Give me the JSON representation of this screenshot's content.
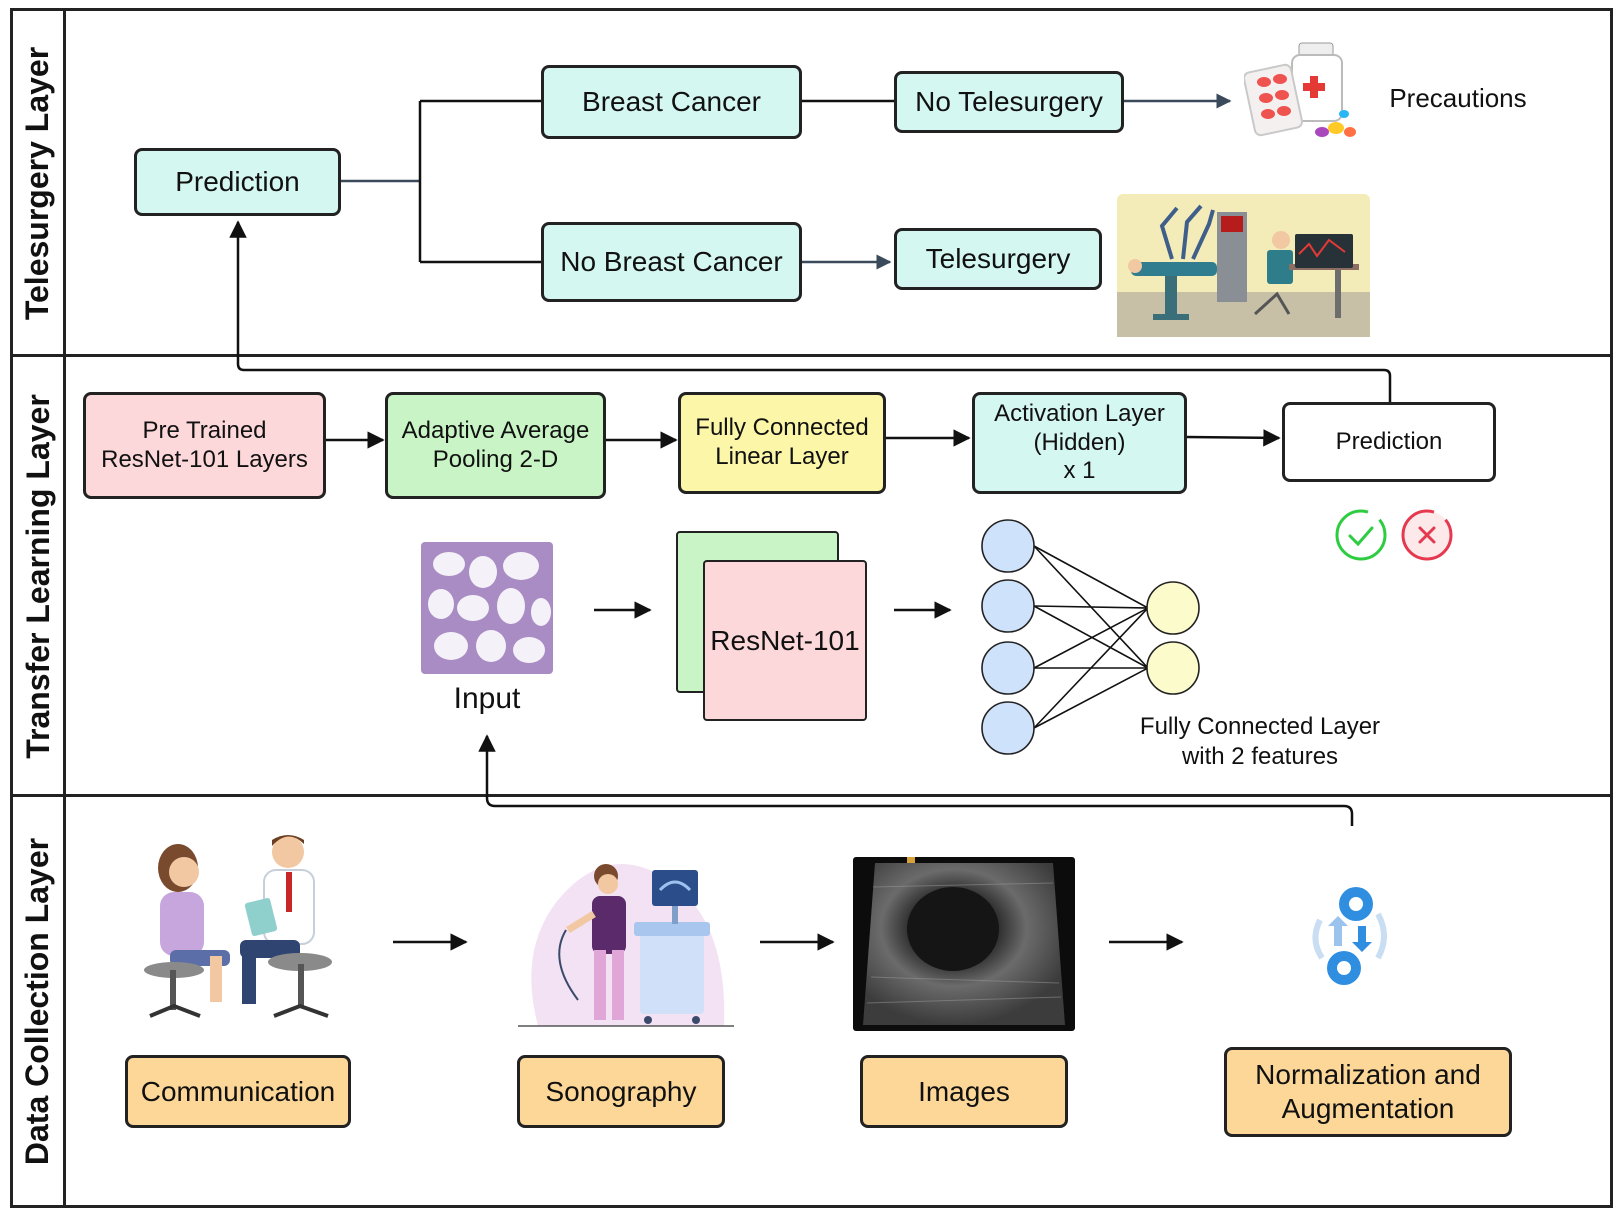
{
  "layers": {
    "telesurgery": "Telesurgery Layer",
    "transfer": "Transfer Learning Layer",
    "data_collection": "Data Collection Layer"
  },
  "telesurgery": {
    "prediction": "Prediction",
    "breast_cancer": "Breast Cancer",
    "no_breast_cancer": "No Breast Cancer",
    "no_telesurgery": "No Telesurgery",
    "telesurgery": "Telesurgery",
    "precautions": "Precautions"
  },
  "transfer": {
    "pretrained": "Pre Trained\nResNet-101 Layers",
    "pooling": "Adaptive Average\nPooling 2-D",
    "fc_linear": "Fully Connected\nLinear Layer",
    "activation": "Activation Layer\n(Hidden)\nx 1",
    "prediction": "Prediction",
    "input_label": "Input",
    "resnet": "ResNet-101",
    "fc_caption": "Fully Connected Layer\nwith 2 features"
  },
  "data_collection": {
    "communication": "Communication",
    "sonography": "Sonography",
    "images": "Images",
    "normalization": "Normalization and\nAugmentation"
  },
  "icons": [
    "pills-icon",
    "telesurgery-robot-icon",
    "check-icon",
    "cross-icon",
    "histology-image-icon",
    "doctor-patient-icon",
    "sonography-icon",
    "ultrasound-image-icon",
    "gears-cycle-icon"
  ],
  "colors": {
    "teal_box": "#d5f7f1",
    "pink_box": "#fdd8da",
    "green_box": "#c9f5c6",
    "yellow_box": "#fbf6a8",
    "orange_box": "#fdd797",
    "node_blue": "#cfe2fb",
    "node_yellow": "#fcfbcc"
  }
}
